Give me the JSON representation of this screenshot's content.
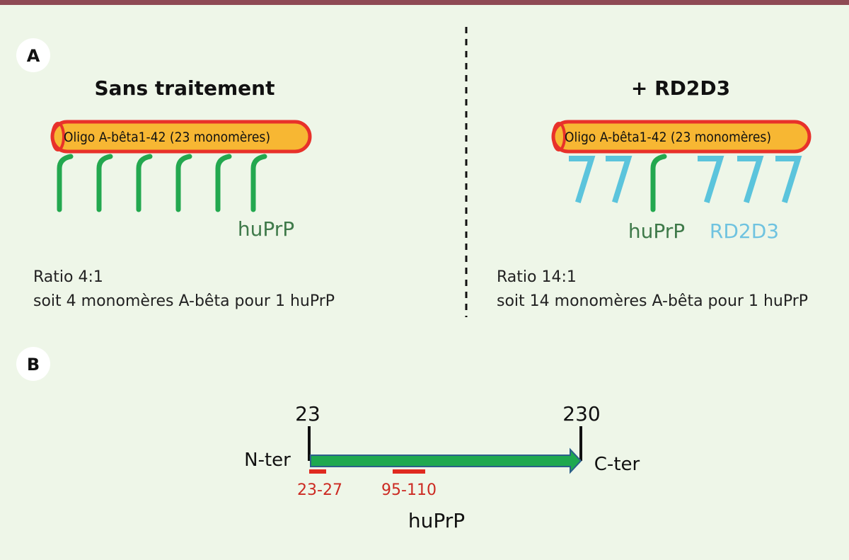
{
  "panel_a": {
    "badge": "A",
    "left": {
      "title": "Sans traitement",
      "bar_label": "Oligo A-bêta1-42 (23 monomères)",
      "protein_label": "huPrP",
      "ratio_line1": "Ratio 4:1",
      "ratio_line2": "soit 4 monomères A-bêta pour 1 huPrP"
    },
    "right": {
      "title": "+ RD2D3",
      "bar_label": "Oligo A-bêta1-42 (23 monomères)",
      "protein_label": "huPrP",
      "drug_label": "RD2D3",
      "ratio_line1": "Ratio 14:1",
      "ratio_line2": "soit 14 monomères A-bêta pour 1 huPrP"
    }
  },
  "panel_b": {
    "badge": "B",
    "start_num": "23",
    "end_num": "230",
    "n_term": "N-ter",
    "c_term": "C-ter",
    "segment1": "23-27",
    "segment2": "95-110",
    "protein_label": "huPrP"
  },
  "colors": {
    "top_bar": "#8e4a54",
    "background": "#eef6e8",
    "oligo_fill": "#f7b733",
    "oligo_outline": "#e8312a",
    "huprp_green": "#23a84f",
    "rd2d3_blue": "#5bc4dc",
    "segment_red": "#e02a20",
    "arrow_green": "#1fa84f",
    "arrow_outline": "#2c5f8a"
  }
}
